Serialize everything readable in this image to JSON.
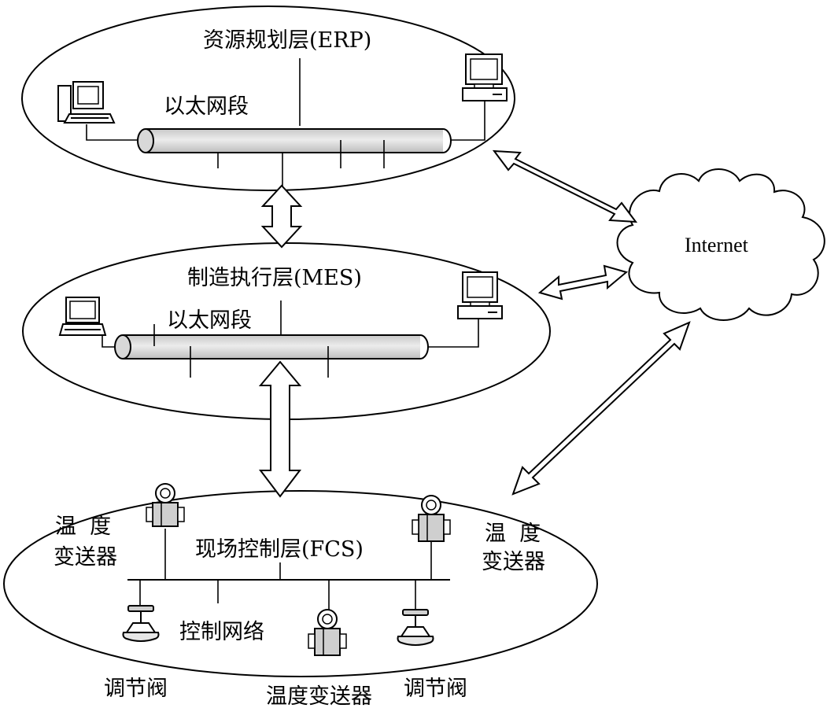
{
  "layers": {
    "erp": {
      "title": "资源规划层(ERP)",
      "segment": "以太网段"
    },
    "mes": {
      "title": "制造执行层(MES)",
      "segment": "以太网段"
    },
    "fcs": {
      "title": "现场控制层(FCS)",
      "network": "控制网络"
    }
  },
  "internet": {
    "label": "Internet"
  },
  "devices": {
    "temp_left_l1": "温  度",
    "temp_left_l2": "变送器",
    "temp_right_l1": "温  度",
    "temp_right_l2": "变送器",
    "temp_bottom": "温度变送器",
    "valve_left": "调节阀",
    "valve_right": "调节阀"
  },
  "colors": {
    "bus_fill": "#dcdcdc",
    "device_fill": "#cfcfcf",
    "line": "#000000",
    "background": "#ffffff"
  }
}
